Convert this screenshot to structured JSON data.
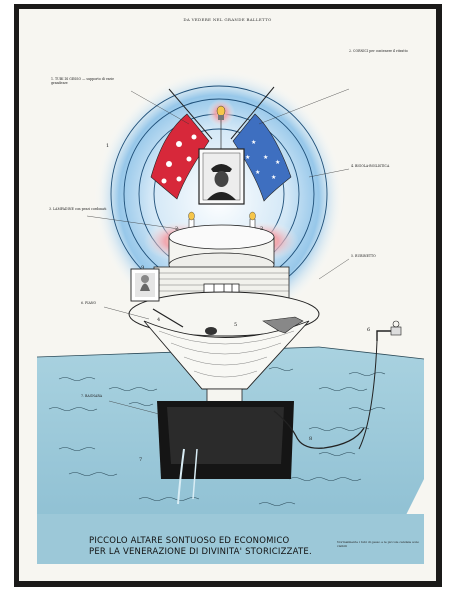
{
  "poster": {
    "header": "DA VEDERE NEL GRANDE BALLETTO",
    "caption_line1": "PICCOLO ALTARE SONTUOSO ED ECONOMICO",
    "caption_line2": "PER LA VENERAZIONE DI DIVINITA' STORICIZZATE.",
    "numbers": [
      "1",
      "2",
      "3",
      "4",
      "5",
      "6",
      "7",
      "8",
      "9"
    ]
  },
  "colors": {
    "water": "#9ec9d9",
    "halo": "#5aa9e0",
    "glow": "#e86a7a",
    "frame": "#1b1a19"
  }
}
